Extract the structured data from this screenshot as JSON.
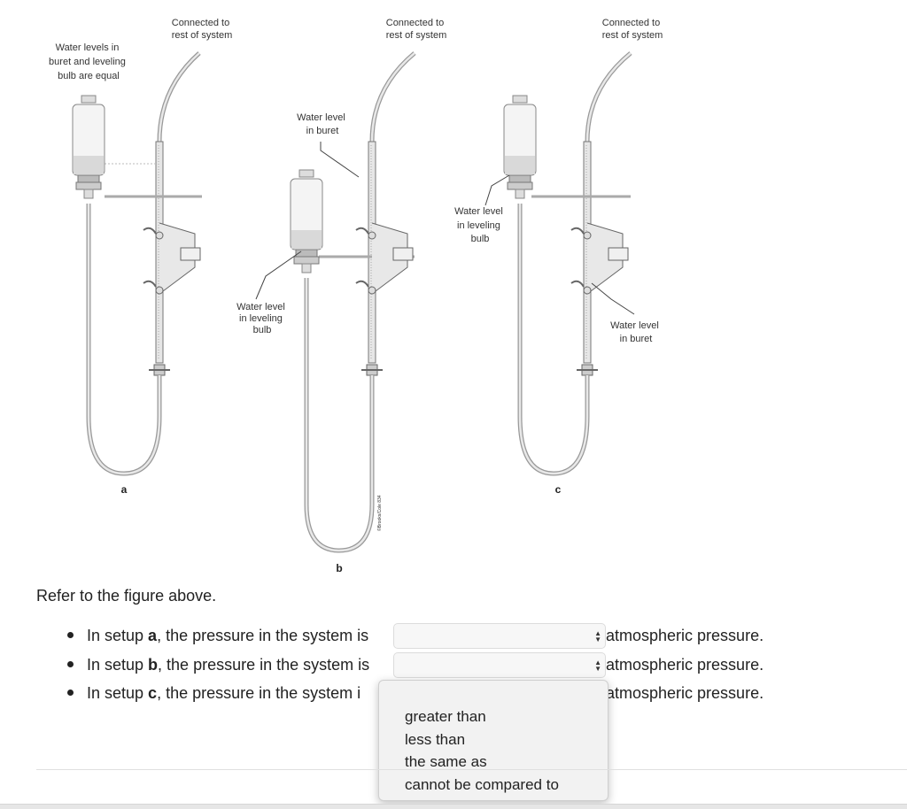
{
  "figure": {
    "labels": {
      "a_connected": [
        "Connected to",
        "rest of system"
      ],
      "a_water_levels": [
        "Water levels in",
        "buret and leveling",
        "bulb are equal"
      ],
      "a_letter": "a",
      "b_connected": [
        "Connected to",
        "rest of system"
      ],
      "b_buret": [
        "Water level",
        "in buret"
      ],
      "b_bulb": [
        "Water level",
        "in leveling",
        "bulb"
      ],
      "b_letter": "b",
      "c_connected": [
        "Connected to",
        "rest of system"
      ],
      "c_bulb": [
        "Water level",
        "in leveling",
        "bulb"
      ],
      "c_buret": [
        "Water level",
        "in buret"
      ],
      "c_letter": "c",
      "copyright": "©Brooks/Cole 834"
    }
  },
  "question": {
    "prompt": "Refer to the figure above.",
    "items": [
      {
        "pre": "In setup ",
        "setup": "a",
        "mid": ", the pressure in the system is",
        "post": "atmospheric pressure.",
        "selected": ""
      },
      {
        "pre": "In setup ",
        "setup": "b",
        "mid": ", the pressure in the system is",
        "post": "atmospheric pressure.",
        "selected": ""
      },
      {
        "pre": "In setup ",
        "setup": "c",
        "mid": ", the pressure in the system i",
        "post": "atmospheric pressure.",
        "selected": ""
      }
    ],
    "dropdown_options": [
      "greater than",
      "less than",
      "the same as",
      "cannot be compared to"
    ],
    "checkmark": "✓"
  },
  "colors": {
    "accent": "#222222",
    "select_bg": "#f7f7f7",
    "dropdown_bg": "#f2f2f2"
  }
}
